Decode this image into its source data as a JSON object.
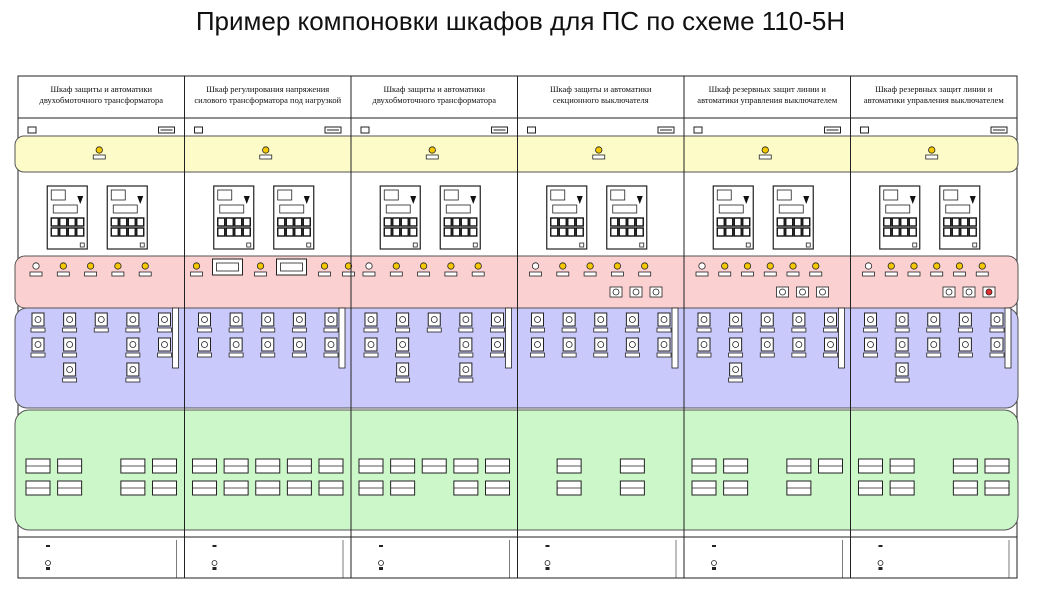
{
  "title": "Пример компоновки шкафов для ПС по схеме 110-5Н",
  "colors": {
    "yellow_band": "#fdfcc8",
    "red_band": "#fbd0d0",
    "blue_band": "#c9c9fb",
    "green_band": "#ccf7c8",
    "terminal_yellow": "#f5c800",
    "terminal_red": "#e03030",
    "outline": "#222222"
  },
  "cabinets": [
    {
      "name_line1": "Шкаф защиты и автоматики",
      "name_line2": "двухобмоточного трансформатора",
      "top_lamps": 5,
      "red_extra": 0,
      "has_display": false,
      "blue_layout": [
        [
          1,
          1,
          1,
          1,
          1
        ],
        [
          1,
          1,
          0,
          1,
          1
        ],
        [
          0,
          1,
          0,
          1,
          0
        ]
      ],
      "green_layout": [
        [
          1,
          1,
          0,
          1,
          1
        ],
        [
          1,
          1,
          0,
          1,
          1
        ]
      ]
    },
    {
      "name_line1": "Шкаф регулирования напряжения",
      "name_line2": "силового трансформатора под нагрузкой",
      "top_lamps": 4,
      "red_extra": 0,
      "has_display": true,
      "blue_layout": [
        [
          1,
          1,
          1,
          1,
          1
        ],
        [
          1,
          1,
          1,
          1,
          1
        ]
      ],
      "green_layout": [
        [
          1,
          1,
          1,
          1,
          1
        ],
        [
          1,
          1,
          1,
          1,
          1
        ]
      ]
    },
    {
      "name_line1": "Шкаф защиты и автоматики",
      "name_line2": "двухобмоточного трансформатора",
      "top_lamps": 5,
      "red_extra": 0,
      "has_display": false,
      "blue_layout": [
        [
          1,
          1,
          1,
          1,
          1
        ],
        [
          1,
          1,
          0,
          1,
          1
        ],
        [
          0,
          1,
          0,
          1,
          0
        ]
      ],
      "green_layout": [
        [
          1,
          1,
          1,
          1,
          1
        ],
        [
          1,
          1,
          0,
          1,
          1
        ]
      ]
    },
    {
      "name_line1": "Шкаф защиты и автоматики",
      "name_line2": "секционного выключателя",
      "top_lamps": 5,
      "red_extra": 3,
      "has_display": false,
      "blue_layout": [
        [
          1,
          1,
          1,
          1,
          1
        ],
        [
          1,
          1,
          1,
          1,
          1
        ]
      ],
      "green_layout": [
        [
          0,
          1,
          0,
          1,
          0
        ],
        [
          0,
          1,
          0,
          1,
          0
        ]
      ]
    },
    {
      "name_line1": "Шкаф резервных защит линии и",
      "name_line2": "автоматики управления выключателем",
      "top_lamps": 6,
      "red_extra": 3,
      "has_display": false,
      "blue_layout": [
        [
          1,
          1,
          1,
          1,
          1
        ],
        [
          1,
          1,
          1,
          1,
          1
        ],
        [
          0,
          1,
          0,
          0,
          0
        ]
      ],
      "green_layout": [
        [
          1,
          1,
          0,
          1,
          1
        ],
        [
          1,
          1,
          0,
          1,
          0
        ]
      ]
    },
    {
      "name_line1": "Шкаф резервных защит линии и",
      "name_line2": "автоматики управления выключателем",
      "top_lamps": 6,
      "red_extra": 3,
      "has_display": false,
      "blue_layout": [
        [
          1,
          1,
          1,
          1,
          1
        ],
        [
          1,
          1,
          1,
          1,
          1
        ],
        [
          0,
          1,
          0,
          0,
          0
        ]
      ],
      "green_layout": [
        [
          1,
          1,
          0,
          1,
          1
        ],
        [
          1,
          1,
          0,
          1,
          1
        ]
      ]
    }
  ]
}
